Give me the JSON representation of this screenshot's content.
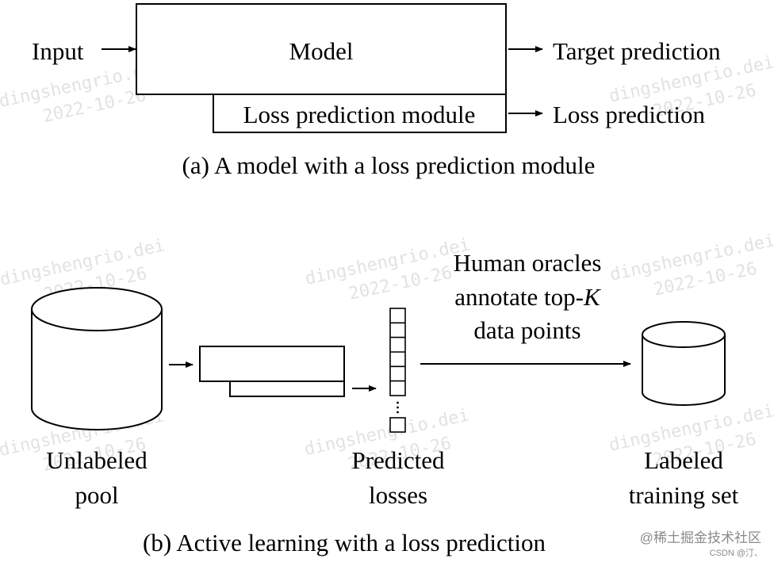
{
  "watermark": {
    "line1": "dingshengrio.dei",
    "line2": "2022-10-26"
  },
  "panel_a": {
    "input_label": "Input",
    "model_label": "Model",
    "loss_module_label": "Loss prediction module",
    "target_output_label": "Target prediction",
    "loss_output_label": "Loss prediction",
    "caption": "(a) A model with a loss prediction module"
  },
  "panel_b": {
    "unlabeled_pool_label": [
      "Unlabeled",
      "pool"
    ],
    "predicted_losses_label": [
      "Predicted",
      "losses"
    ],
    "oracle_text": {
      "line1": "Human oracles",
      "line2_prefix": "annotate top-",
      "line2_k": "K",
      "line3": "data points"
    },
    "labeled_set_label": [
      "Labeled",
      "training set"
    ],
    "caption": "(b) Active learning with a loss prediction"
  },
  "credits": {
    "site": "@稀土掘金技术社区",
    "author": "CSDN @汀、"
  }
}
